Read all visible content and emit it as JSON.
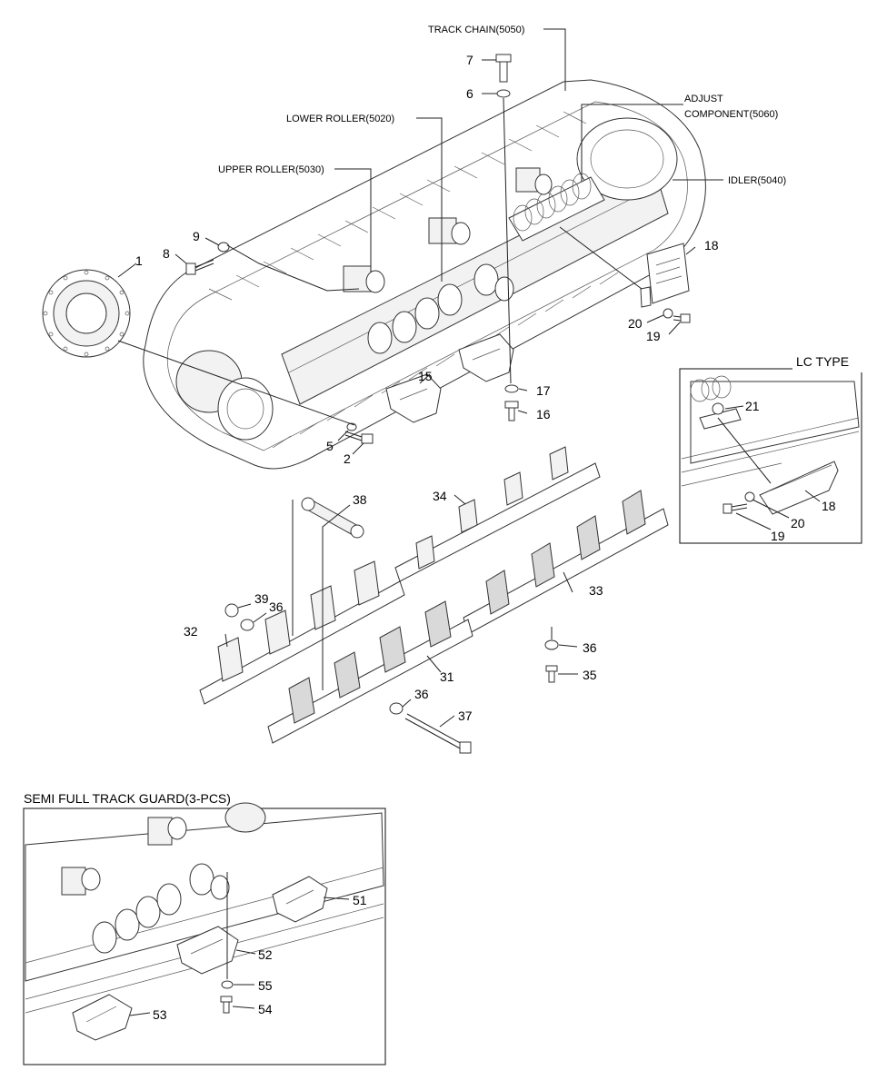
{
  "assembly_labels": {
    "track_chain": "TRACK CHAIN(5050)",
    "adjust_component_1": "ADJUST",
    "adjust_component_2": "COMPONENT(5060)",
    "lower_roller": "LOWER ROLLER(5020)",
    "upper_roller": "UPPER ROLLER(5030)",
    "idler": "IDLER(5040)"
  },
  "part_numbers": {
    "p1": "1",
    "p2": "2",
    "p5": "5",
    "p6": "6",
    "p7": "7",
    "p8": "8",
    "p9": "9",
    "p15": "15",
    "p16": "16",
    "p17": "17",
    "p18": "18",
    "p19": "19",
    "p20": "20",
    "p31": "31",
    "p32": "32",
    "p33": "33",
    "p34": "34",
    "p35": "35",
    "p36a": "36",
    "p36b": "36",
    "p36c": "36",
    "p37": "37",
    "p38": "38",
    "p39": "39"
  },
  "lc_type": {
    "title": "LC TYPE",
    "p21": "21",
    "p18": "18",
    "p20": "20",
    "p19": "19"
  },
  "semi_full": {
    "title": "SEMI FULL TRACK GUARD(3-PCS)",
    "p51": "51",
    "p52": "52",
    "p53": "53",
    "p54": "54",
    "p55": "55"
  }
}
